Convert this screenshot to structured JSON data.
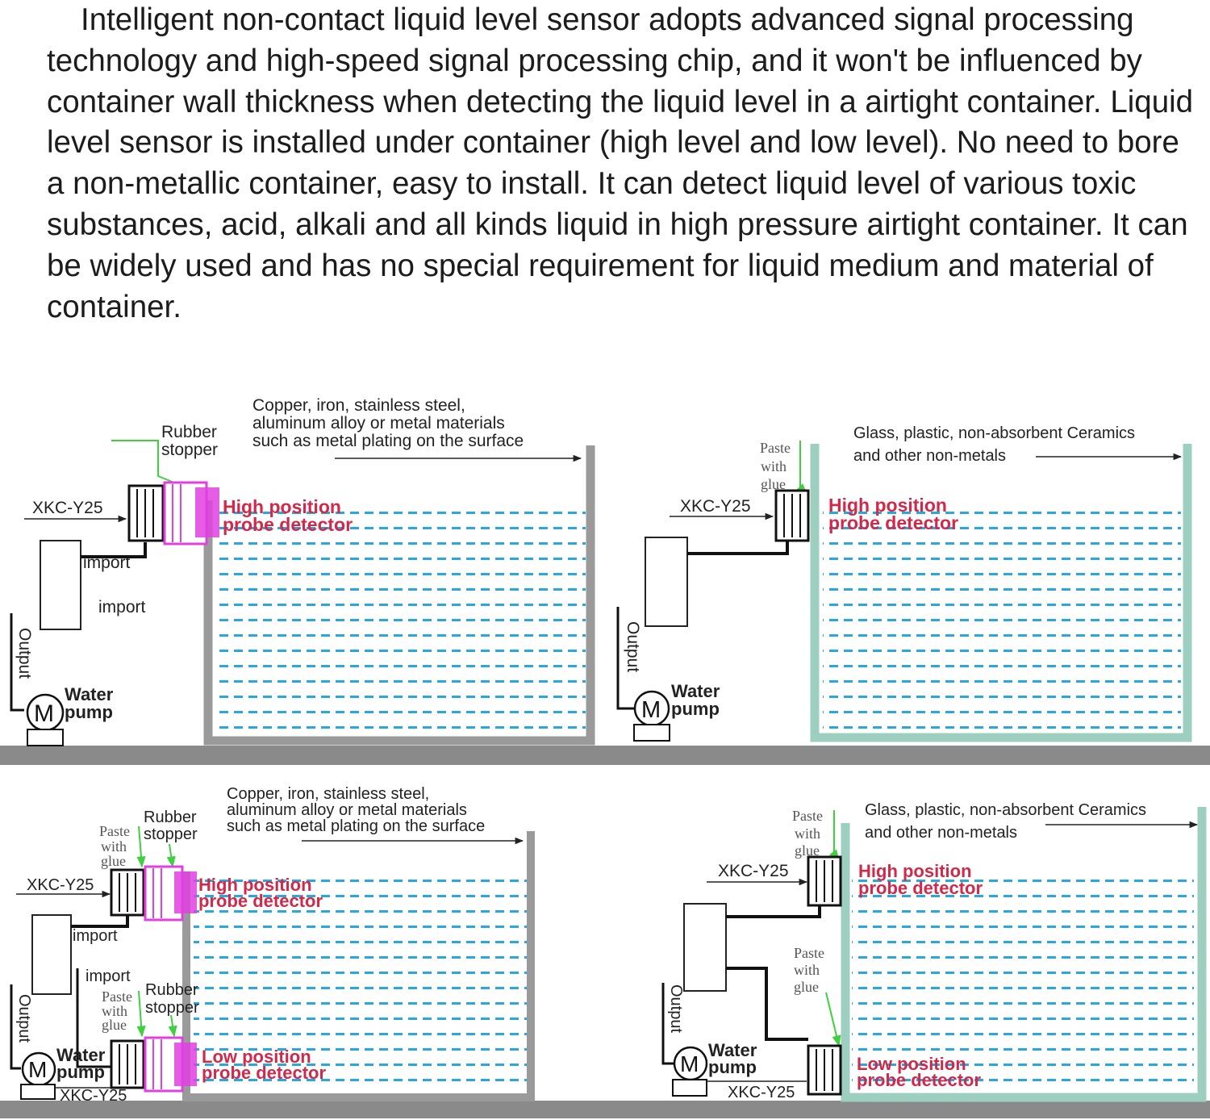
{
  "intro_text": "Intelligent non-contact liquid level sensor adopts advanced signal processing technology and high-speed signal processing chip, and it won't be influenced by container wall thickness when detecting the liquid level in a airtight container. Liquid level sensor is installed under container (high level and low level). No need to bore a non-metallic container, easy to install. It can detect liquid level of various toxic substances, acid, alkali and all kinds liquid in high pressure airtight container. It can be widely used and has no special requirement for liquid medium and material of container.",
  "colors": {
    "water_dash": "#2aa6e0",
    "metal_wall": "#9a9a9a",
    "glass_wall": "#9ccfc0",
    "probe": "#e040e0",
    "arrow_green": "#3fcf3f",
    "label_red": "#d0294a",
    "floor": "#8a8a8a"
  },
  "panel_tl": {
    "material_line1": "Copper, iron, stainless steel,",
    "material_line2": "aluminum alloy or metal materials",
    "material_line3": "such as metal plating on the surface",
    "rubber": "Rubber",
    "stopper": "stopper",
    "sensor": "XKC-Y25",
    "high_line1": "High position",
    "high_line2": "probe detector",
    "import1": "import",
    "import2": "import",
    "output": "Output",
    "water": "Water",
    "pump": "pump",
    "motor": "M"
  },
  "panel_tr": {
    "material_line1": "Glass, plastic, non-absorbent Ceramics",
    "material_line2": "and other non-metals",
    "paste": "Paste",
    "with": "with",
    "glue": "glue",
    "sensor": "XKC-Y25",
    "high_line1": "High position",
    "high_line2": "probe detector",
    "output": "Output",
    "water": "Water",
    "pump": "pump",
    "motor": "M"
  },
  "panel_bl": {
    "material_line1": "Copper, iron, stainless steel,",
    "material_line2": "aluminum alloy or metal materials",
    "material_line3": "such as metal plating on the surface",
    "rubber": "Rubber",
    "stopper": "stopper",
    "paste": "Paste",
    "with": "with",
    "glue": "glue",
    "sensor": "XKC-Y25",
    "high_line1": "High position",
    "high_line2": "probe detector",
    "import1": "import",
    "import2": "import",
    "paste2": "Paste",
    "with2": "with",
    "glue2": "glue",
    "rubber2": "Rubber",
    "stopper2": "stopper",
    "low_line1": "Low position",
    "low_line2": "probe detector",
    "output": "Output",
    "water": "Water",
    "pump": "pump",
    "motor": "M",
    "sensor_low": "XKC-Y25"
  },
  "panel_br": {
    "material_line1": "Glass, plastic, non-absorbent Ceramics",
    "material_line2": "and other non-metals",
    "paste": "Paste",
    "with": "with",
    "glue": "glue",
    "sensor": "XKC-Y25",
    "high_line1": "High position",
    "high_line2": "probe detector",
    "paste2": "Paste",
    "with2": "with",
    "glue2": "glue",
    "low_line1": "Low position",
    "low_line2": "probe detector",
    "output": "Output",
    "water": "Water",
    "pump": "pump",
    "motor": "M",
    "sensor_low": "XKC-Y25"
  }
}
